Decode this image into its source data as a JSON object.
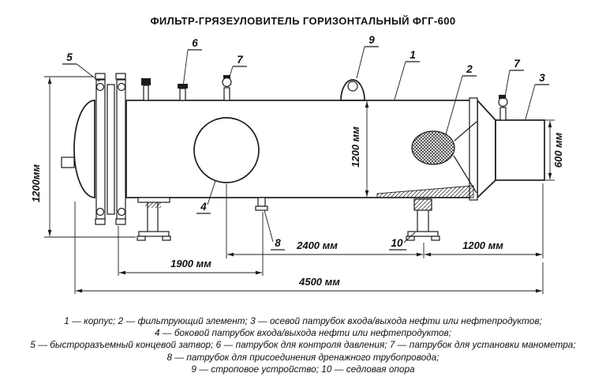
{
  "title": "ФИЛЬТР-ГРЯЗЕУЛОВИТЕЛЬ ГОРИЗОНТАЛЬНЫЙ ФГГ-600",
  "callouts": {
    "n1": "1",
    "n2": "2",
    "n3": "3",
    "n4": "4",
    "n5": "5",
    "n6": "6",
    "n7a": "7",
    "n7b": "7",
    "n8": "8",
    "n9": "9",
    "n10": "10"
  },
  "dimensions": {
    "overall_height": "1200мм",
    "shell_diameter": "1200 мм",
    "nozzle_diameter": "600 мм",
    "length_2400": "2400 мм",
    "length_1200": "1200 мм",
    "length_1900": "1900 мм",
    "overall_length": "4500 мм"
  },
  "legend": {
    "line1": "1 — корпус; 2 — фильтрующий элемент; 3 — осевой патрубок входа/выхода нефти или нефтепродуктов;",
    "line2": "4 — боковой патрубок входа/выхода нефти или нефтепродуктов;",
    "line3": "5 — быстроразъемный концевой затвор; 6 — патрубок для контроля давления; 7 — патрубок для установки манометра;",
    "line4": "8 — патрубок для присоединения дренажного трубопровода;",
    "line5": "9 — строповое устройство; 10 — седловая опора"
  },
  "colors": {
    "line": "#1c1c1c",
    "background": "#ffffff"
  }
}
